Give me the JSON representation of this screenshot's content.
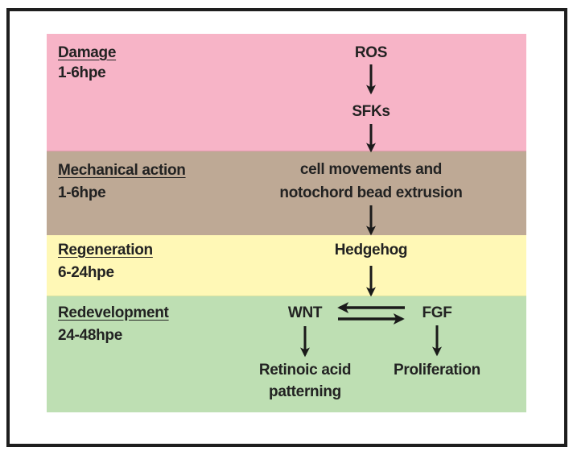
{
  "stages": [
    {
      "title": "Damage",
      "time": "1-6hpe",
      "color": "#F7B4C7"
    },
    {
      "title": "Mechanical action",
      "time": "1-6hpe",
      "color": "#BEA995"
    },
    {
      "title": "Regeneration",
      "time": "6-24hpe",
      "color": "#FFF8B6"
    },
    {
      "title": "Redevelopment",
      "time": "24-48hpe",
      "color": "#BEDFB3"
    }
  ],
  "nodes": {
    "ros": "ROS",
    "sfks": "SFKs",
    "mech_line1": "cell movements and",
    "mech_line2": "notochord bead extrusion",
    "hedgehog": "Hedgehog",
    "wnt": "WNT",
    "fgf": "FGF",
    "ra_line1": "Retinoic acid",
    "ra_line2": "patterning",
    "proliferation": "Proliferation"
  },
  "edges": [
    {
      "from": "ROS",
      "to": "SFKs"
    },
    {
      "from": "SFKs",
      "to": "cell movements and notochord bead extrusion"
    },
    {
      "from": "cell movements and notochord bead extrusion",
      "to": "Hedgehog"
    },
    {
      "from": "Hedgehog",
      "to": "WNT/FGF"
    },
    {
      "from": "FGF",
      "to": "WNT"
    },
    {
      "from": "WNT",
      "to": "FGF"
    },
    {
      "from": "WNT",
      "to": "Retinoic acid patterning"
    },
    {
      "from": "FGF",
      "to": "Proliferation"
    }
  ]
}
